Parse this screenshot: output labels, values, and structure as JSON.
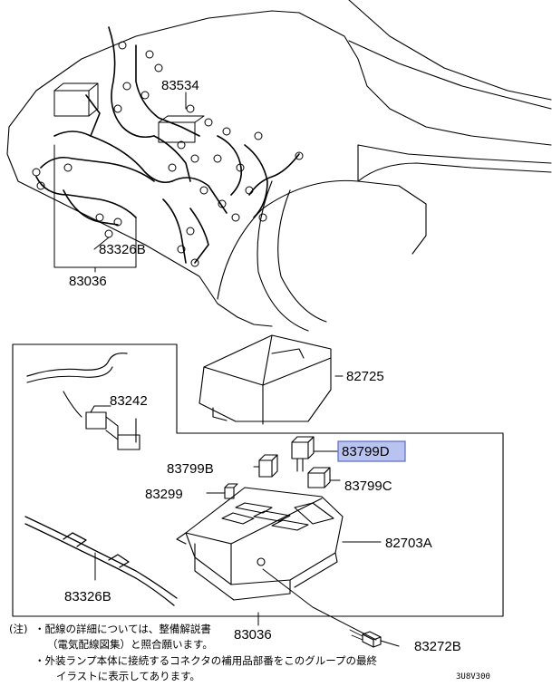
{
  "parts": {
    "p83534": "83534",
    "p83326b_top": "83326B",
    "p83036_top": "83036",
    "p82725": "82725",
    "p83242": "83242",
    "p83799d": "83799D",
    "p83799b": "83799B",
    "p83799c": "83799C",
    "p83299": "83299",
    "p82703a": "82703A",
    "p83326b_bottom": "83326B",
    "p83036_bottom": "83036",
    "p83272b": "83272B"
  },
  "highlight_color": "#b9c3ef",
  "notes": {
    "prefix": "(注)",
    "line1": "・配線の詳細については、整備解説書",
    "line2": "（電気配線図集）と照合願います。",
    "line3": "・外装ランプ本体に接続するコネクタの補用品部番をこのグループの最終",
    "line4": "イラストに表示してあります。"
  },
  "illustration_code": "3U8V300"
}
